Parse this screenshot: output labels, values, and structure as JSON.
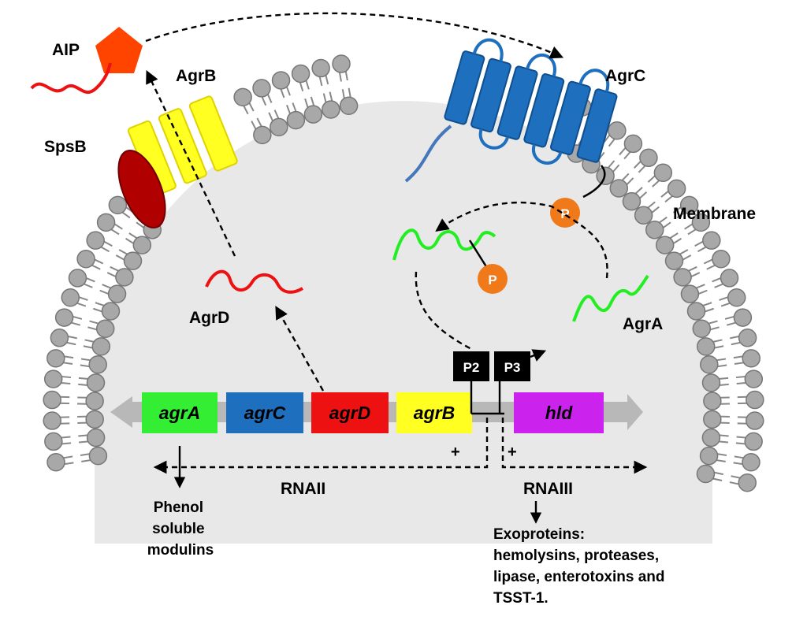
{
  "labels": {
    "aip": "AIP",
    "agrb": "AgrB",
    "spsb": "SpsB",
    "agrc": "AgrC",
    "membrane": "Membrane",
    "agrd": "AgrD",
    "agra": "AgrA",
    "p2": "P2",
    "p3": "P3",
    "rnaii": "RNAII",
    "rnaiii": "RNAIII",
    "plus_left": "+",
    "plus_right": "+",
    "phospho": "P"
  },
  "genes": [
    {
      "id": "agrA",
      "label": "agrA",
      "color": "#33ee33",
      "text_color": "#000000"
    },
    {
      "id": "agrC",
      "label": "agrC",
      "color": "#1f6fbf",
      "text_color": "#000000"
    },
    {
      "id": "agrD",
      "label": "agrD",
      "color": "#ee1111",
      "text_color": "#000000"
    },
    {
      "id": "agrB",
      "label": "agrB",
      "color": "#ffff22",
      "text_color": "#000000"
    },
    {
      "id": "hld",
      "label": "hld",
      "color": "#cc22ee",
      "text_color": "#000000"
    }
  ],
  "outputs": {
    "psm": [
      "Phenol",
      "soluble",
      "modulins"
    ],
    "exo": [
      "Exoproteins:",
      "hemolysins, proteases,",
      "lipase, enterotoxins and",
      "TSST-1."
    ]
  },
  "colors": {
    "aip": "#ff4400",
    "agrd_peptide": "#ee1111",
    "agra_protein": "#22ee22",
    "agrc_protein": "#1f6fbf",
    "agrb_protein": "#ffff22",
    "spsb_protein": "#aa0000",
    "phosphate": "#f07a1a",
    "lipid_head": "#a8a8a8",
    "cell_fill": "#e5e5e5"
  }
}
